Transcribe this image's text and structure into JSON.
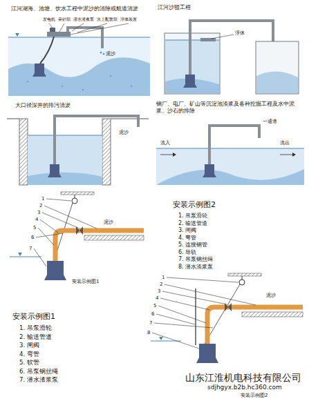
{
  "diagram": {
    "labels": [
      "江河湖海、池塘、饮水工程中泥沙的清除或航道清淤",
      "发电机",
      "采砂部",
      "潜水渣浆泵",
      "水上配套部",
      "浮体装置",
      "泥沙",
      "江河沙驳工程",
      "浮体",
      "大口径深井的排污清淤",
      "泥沙",
      "钢厂、电厂、矿山等沉淀池渣浆及各种挖掘工程及水中泥浆、沙石的排除",
      "一通道",
      "流入",
      "流出",
      "安装示例图2",
      "1. 吊泵滑轮",
      "2. 输送管道",
      "3. 闸阀",
      "4. 弯管",
      "5. 连接钢管",
      "6. 导轨",
      "7. 吊泵钢丝绳",
      "8. 潜水渣浆泵",
      "泥沙",
      "1",
      "2",
      "3",
      "4",
      "5",
      "6",
      "7",
      "安装示例图1",
      "安装示例图1",
      "1. 吊泵滑轮",
      "2. 输送管道",
      "3. 闸阀",
      "4. 弯管",
      "5. 软管",
      "6. 吊泵钢丝绳",
      "7. 潜水渣浆泵",
      "泥沙",
      "1",
      "2",
      "3",
      "4",
      "5",
      "6",
      "7",
      "8",
      "山东江淮机电科技有限公司",
      "sdjhgyx.b2b.hc360.com",
      "安装示例图2"
    ]
  }
}
